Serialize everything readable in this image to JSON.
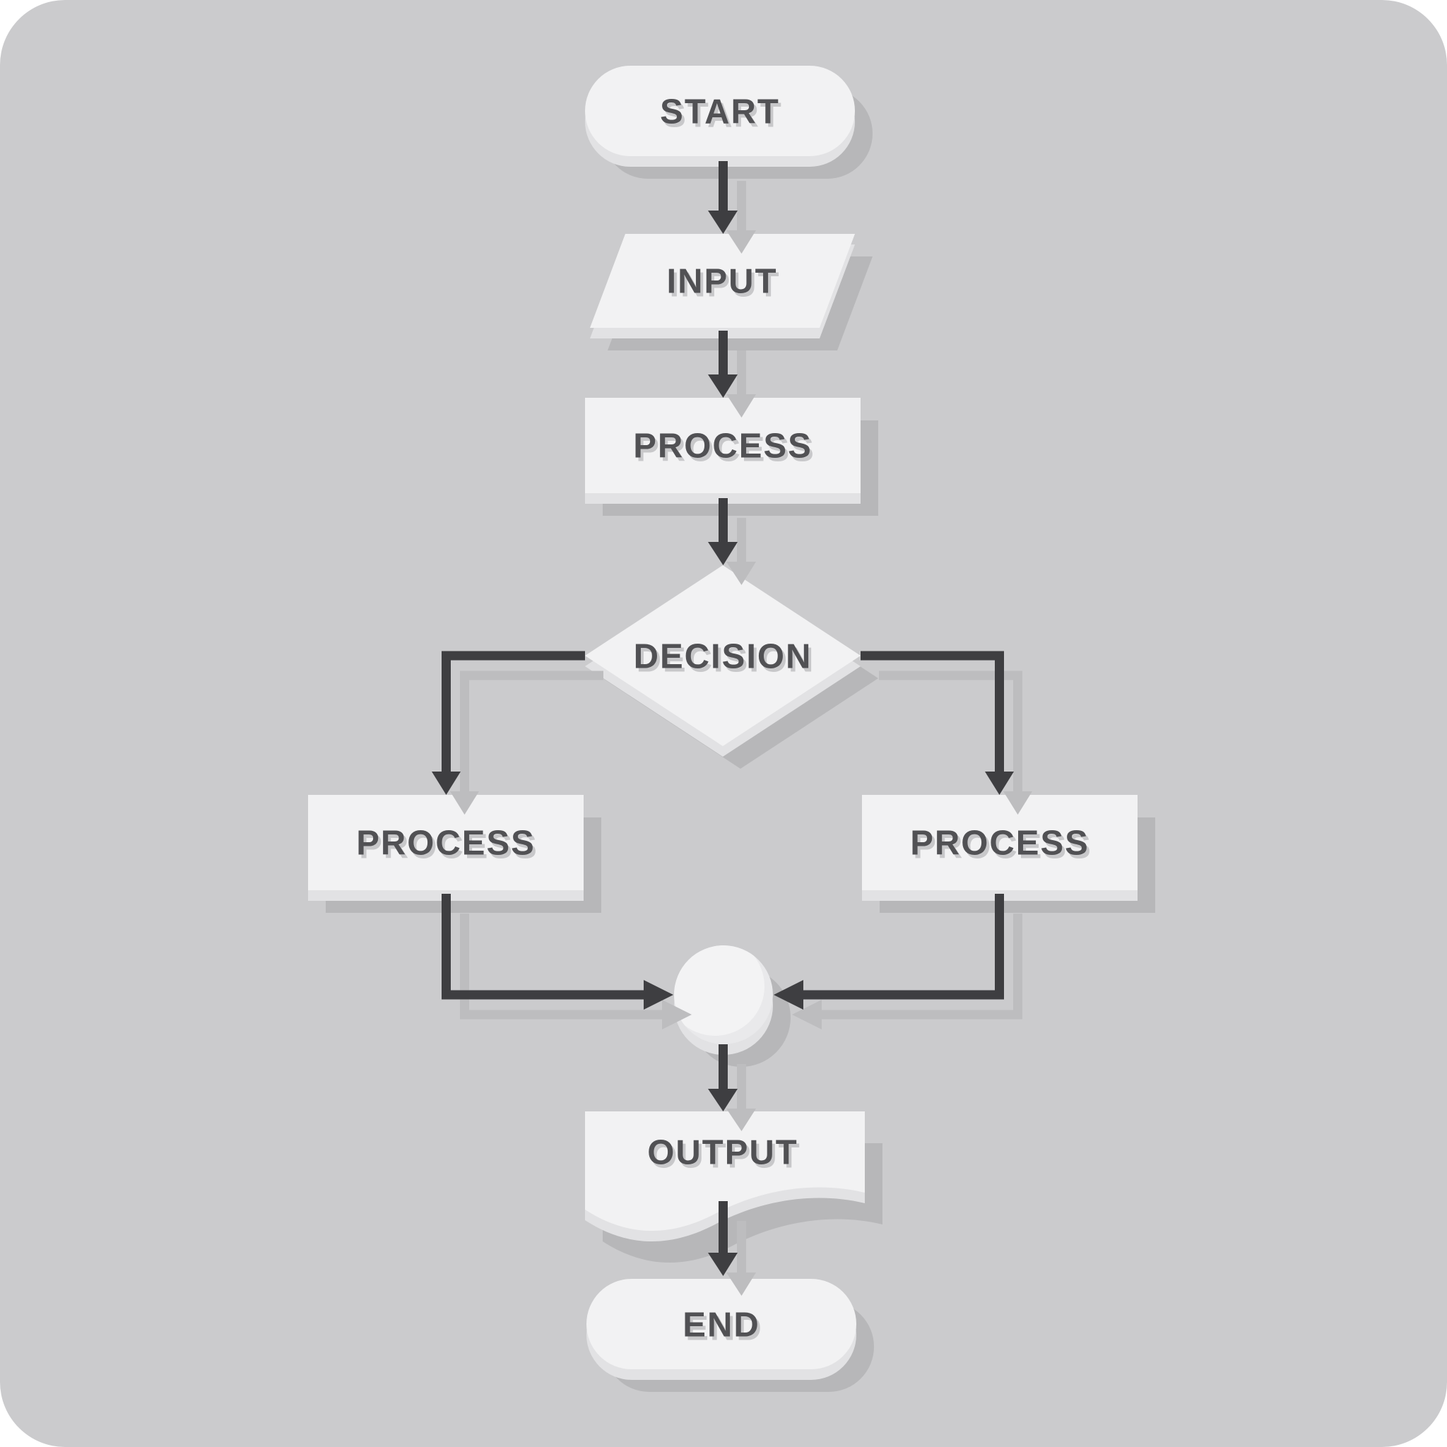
{
  "palette": {
    "background": "#ffffff",
    "panel": "#cbcbcd",
    "shape_fill": "#f2f2f3",
    "shape_bevel": "#e2e2e4",
    "shape_shadow": "#b7b7b9",
    "line_color": "#3e3e41",
    "line_shadow": "#bdbdbf",
    "text_color": "#515154",
    "text_shadow": "#c8c8ca",
    "junction_base": "#e9e9eb",
    "junction_highlight": "#f3f3f4"
  },
  "nodes": {
    "start": {
      "label": "START",
      "shape": "terminator"
    },
    "input": {
      "label": "INPUT",
      "shape": "parallelogram"
    },
    "process_top": {
      "label": "PROCESS",
      "shape": "rectangle"
    },
    "decision": {
      "label": "DECISION",
      "shape": "diamond"
    },
    "process_left": {
      "label": "PROCESS",
      "shape": "rectangle"
    },
    "process_right": {
      "label": "PROCESS",
      "shape": "rectangle"
    },
    "junction": {
      "label": "",
      "shape": "circle"
    },
    "output": {
      "label": "OUTPUT",
      "shape": "document"
    },
    "end": {
      "label": "END",
      "shape": "terminator"
    }
  },
  "edges": [
    {
      "from": "start",
      "to": "input"
    },
    {
      "from": "input",
      "to": "process_top"
    },
    {
      "from": "process_top",
      "to": "decision"
    },
    {
      "from": "decision",
      "to": "process_left"
    },
    {
      "from": "decision",
      "to": "process_right"
    },
    {
      "from": "process_left",
      "to": "junction"
    },
    {
      "from": "process_right",
      "to": "junction"
    },
    {
      "from": "junction",
      "to": "output"
    },
    {
      "from": "output",
      "to": "end"
    }
  ]
}
